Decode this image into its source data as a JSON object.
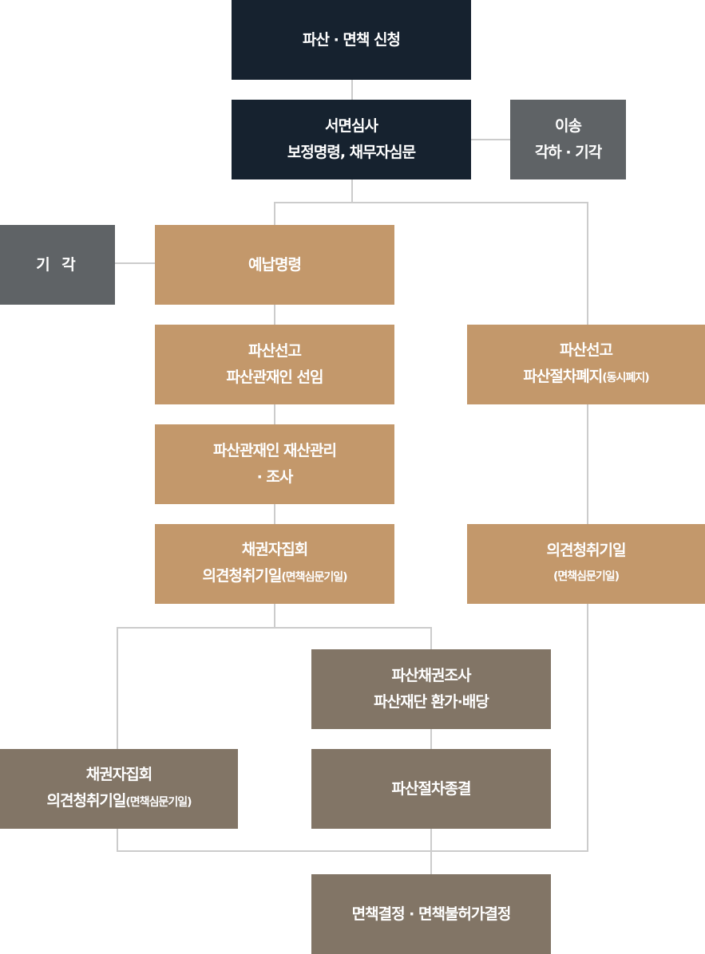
{
  "title": "파산 · 면책 절차 흐름도",
  "nodes": {
    "apply": {
      "line1": "파산 · 면책 신청"
    },
    "review": {
      "line1": "서면심사",
      "line2": "보정명령, 채무자심문"
    },
    "transfer": {
      "line1": "이송",
      "line2": "각하 · 기각"
    },
    "dismiss": {
      "line1": "기 각"
    },
    "deposit": {
      "line1": "예납명령"
    },
    "declare": {
      "line1": "파산선고",
      "line2": "파산관재인 선임"
    },
    "manage": {
      "line1": "파산관재인 재산관리",
      "line2": "· 조사"
    },
    "meeting": {
      "line1": "채권자집회",
      "line2": "의견청취기일",
      "note": "(면책심문기일)"
    },
    "declare_abolish": {
      "line1": "파산선고",
      "line2": "파산절차폐지",
      "note": "(동시폐지)"
    },
    "hearing": {
      "line1": "의견청취기일",
      "note": "(면책심문기일)"
    },
    "investigate": {
      "line1": "파산채권조사",
      "line2": "파산재단 환가·배당"
    },
    "meeting2": {
      "line1": "채권자집회",
      "line2": "의견청취기일",
      "note": "(면책심문기일)"
    },
    "close": {
      "line1": "파산절차종결"
    },
    "decision": {
      "line1": "면책결정 · 면책불허가결정"
    }
  },
  "colors": {
    "navy": "#16222f",
    "gray": "#5f6366",
    "tan": "#c3986b",
    "brown": "#827566",
    "connector": "#cccccc"
  }
}
